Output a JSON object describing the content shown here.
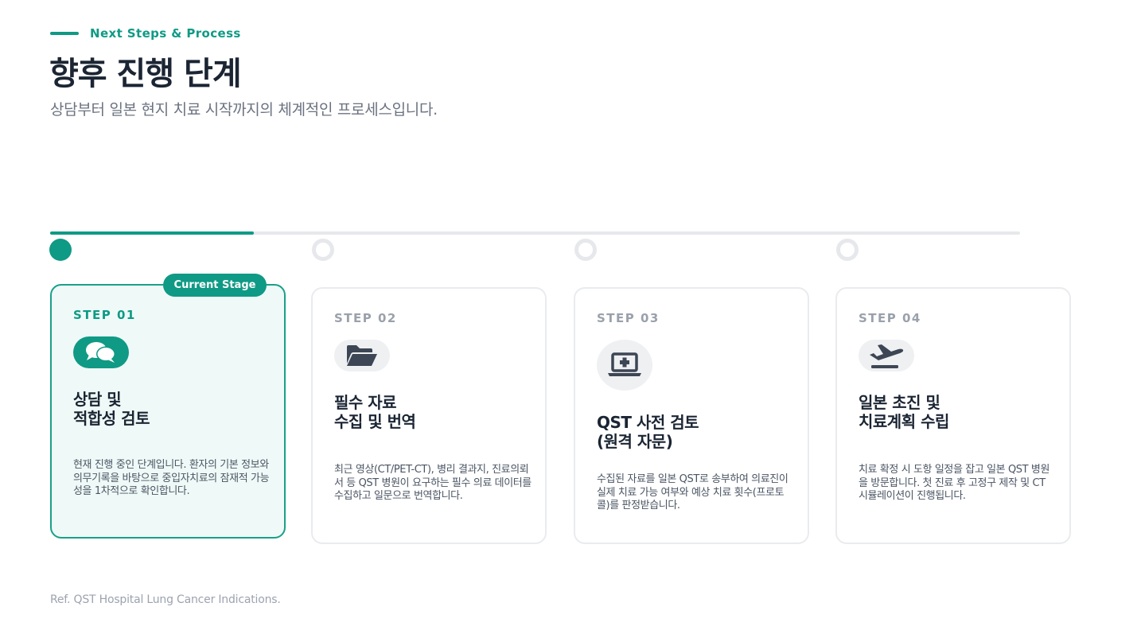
{
  "header": {
    "eyebrow": "Next Steps & Process",
    "title": "향후 진행 단계",
    "subtitle": "상담부터 일본 현지 치료 시작까지의 체계적인 프로세스입니다."
  },
  "progress": {
    "completed_fraction": 0.21,
    "current_step": 1,
    "total_steps": 4
  },
  "steps": [
    {
      "label": "STEP 01",
      "badge": "Current Stage",
      "icon": "chat-bubbles-icon",
      "title": "상담 및\n적합성 검토",
      "description": "현재 진행 중인 단계입니다. 환자의 기본 정보와 의무기록을 바탕으로 중입자치료의 잠재적 가능성을 1차적으로 확인합니다."
    },
    {
      "label": "STEP 02",
      "icon": "folder-open-icon",
      "title": "필수 자료\n수집 및 번역",
      "description": "최근 영상(CT/PET-CT), 병리 결과지, 진료의뢰서 등 QST 병원이 요구하는 필수 의료 데이터를 수집하고 일문으로 번역합니다."
    },
    {
      "label": "STEP 03",
      "icon": "laptop-medical-icon",
      "title": "QST 사전 검토\n(원격 자문)",
      "description": "수집된 자료를 일본 QST로 송부하여 의료진이 실제 치료 가능 여부와 예상 치료 횟수(프로토콜)를 판정받습니다."
    },
    {
      "label": "STEP 04",
      "icon": "plane-departure-icon",
      "title": "일본 초진 및\n치료계획 수립",
      "description": "치료 확정 시 도항 일정을 잡고 일본 QST 병원을 방문합니다. 첫 진료 후 고정구 제작 및 CT 시뮬레이션이 진행됩니다."
    }
  ],
  "footnote": "Ref. QST Hospital Lung Cancer Indications.",
  "colors": {
    "accent": "#0f9a85",
    "active_card_bg": "#effaf8",
    "inactive_border": "#e9ebee",
    "title": "#1b2533"
  }
}
